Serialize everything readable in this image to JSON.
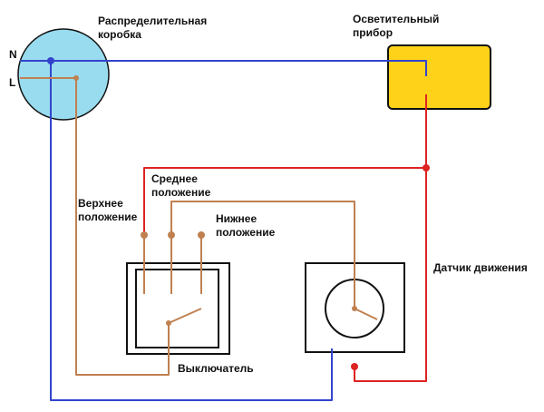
{
  "labels": {
    "junction_box": [
      "Распределительная",
      "коробка"
    ],
    "lamp": [
      "Осветительный",
      "прибор"
    ],
    "neutral": "N",
    "line": "L",
    "middle_position": [
      "Среднее",
      "положение"
    ],
    "upper_position": [
      "Верхнее",
      "положение"
    ],
    "lower_position": [
      "Нижнее",
      "положение"
    ],
    "motion_sensor": "Датчик движения",
    "switch": "Выключатель"
  },
  "colors": {
    "neutral_wire": "#3344cc",
    "line_wire": "#c08050",
    "switched_wire": "#dd2222",
    "junction_fill": "#99dcef",
    "lamp_fill": "#ffd21a",
    "outline": "#111111"
  }
}
